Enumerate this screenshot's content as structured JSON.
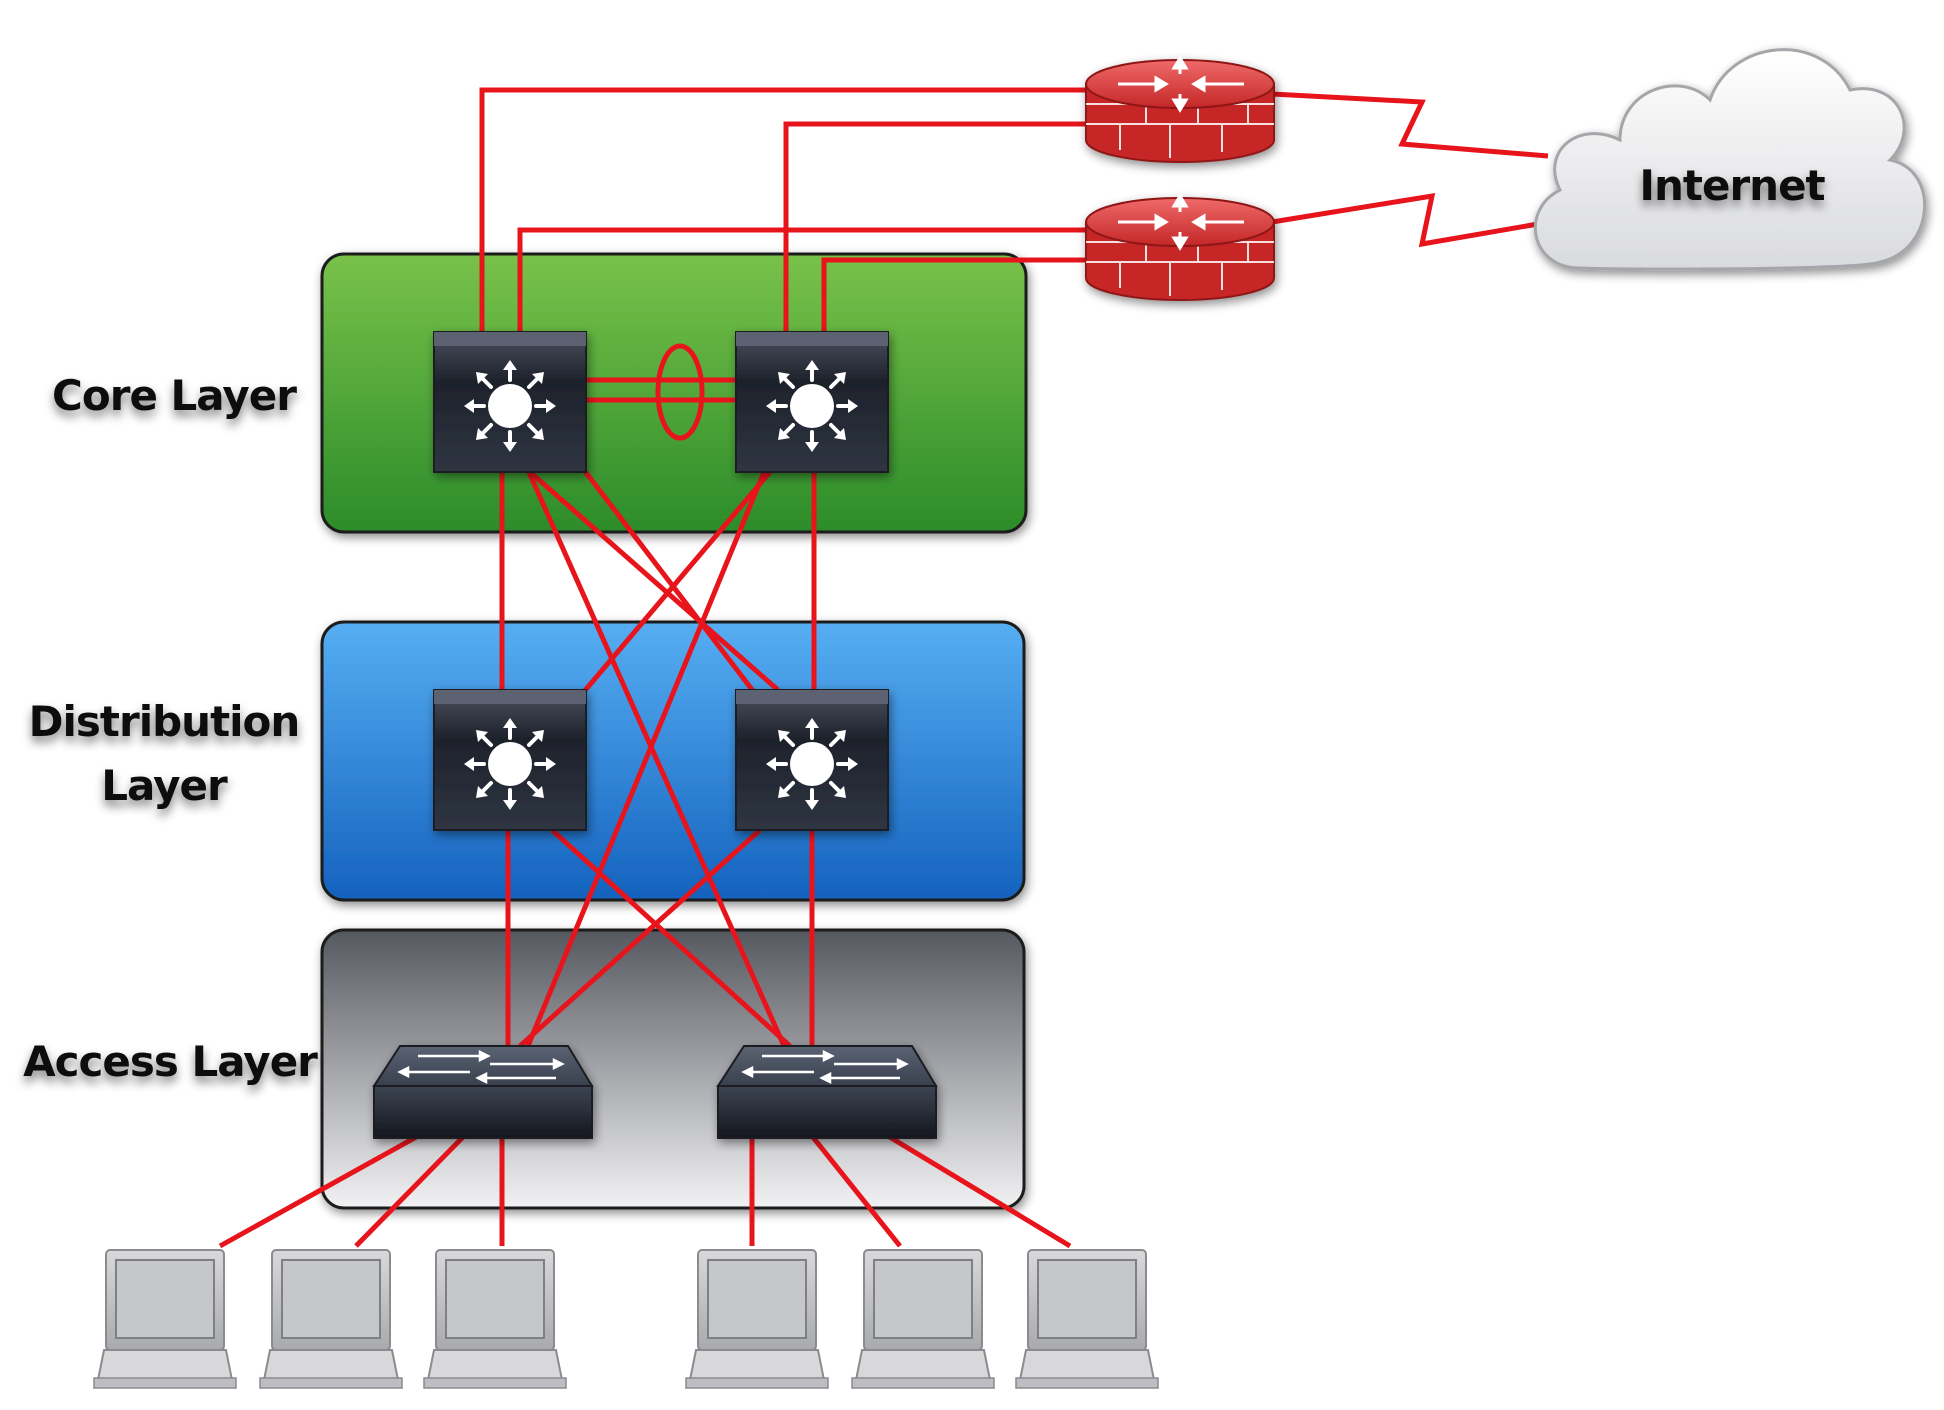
{
  "labels": {
    "core": "Core Layer",
    "distribution_line1": "Distribution",
    "distribution_line2": "Layer",
    "access": "Access Layer",
    "internet": "Internet"
  },
  "colors": {
    "link": "#e8141c",
    "core_panel": "#3ea231",
    "distribution_panel": "#2e86dc",
    "access_panel": "#9a9ca1",
    "firewall": "#d62b2b",
    "device": "#2a2e38"
  },
  "icons": {
    "core_switch": "multilayer-switch-icon",
    "distribution_switch": "multilayer-switch-icon",
    "access_switch": "workgroup-switch-icon",
    "firewall": "firewall-router-icon",
    "cloud": "cloud-icon",
    "laptop": "laptop-icon"
  }
}
